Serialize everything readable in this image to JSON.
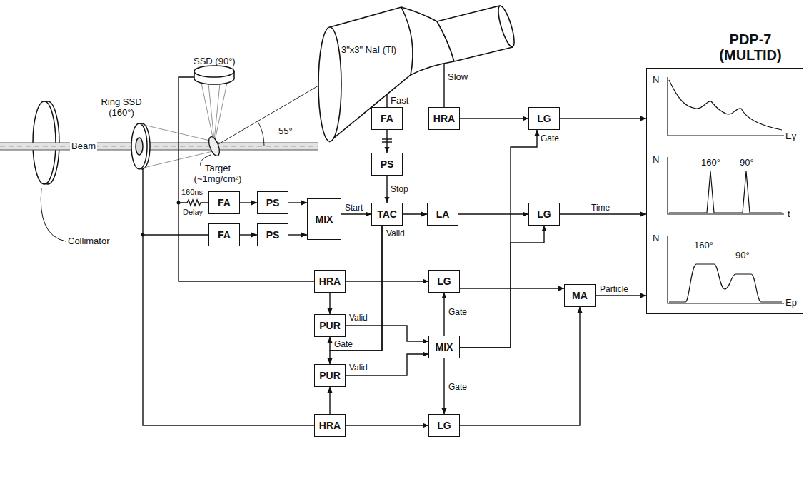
{
  "diagram": {
    "nodes": [
      {
        "text": [
          "PDP-7 (MULTID)"
        ]
      },
      {
        "text": [
          "FA"
        ]
      },
      {
        "text": [
          "HRA"
        ]
      },
      {
        "text": [
          "LG"
        ]
      },
      {
        "text": [
          "PS"
        ]
      },
      {
        "text": [
          "FA"
        ]
      },
      {
        "text": [
          "PS"
        ]
      },
      {
        "text": [
          "MIX"
        ]
      },
      {
        "text": [
          "TAC"
        ]
      },
      {
        "text": [
          "LA"
        ]
      },
      {
        "text": [
          "LG"
        ]
      },
      {
        "text": [
          "FA"
        ]
      },
      {
        "text": [
          "PS"
        ]
      },
      {
        "text": [
          "HRA"
        ]
      },
      {
        "text": [
          "LG"
        ]
      },
      {
        "text": [
          "MA"
        ]
      },
      {
        "text": [
          "PUR"
        ]
      },
      {
        "text": [
          "MIX"
        ]
      },
      {
        "text": [
          "PUR"
        ]
      },
      {
        "text": [
          "HRA"
        ]
      },
      {
        "text": [
          "LG"
        ]
      }
    ],
    "edges": [
      {
        "from": 1,
        "to": 4,
        "arrow": "to"
      },
      {
        "from": 4,
        "to": 8,
        "label": "Stop",
        "arrow": "to"
      },
      {
        "from": 2,
        "to": 3,
        "arrow": "to"
      },
      {
        "from": 3,
        "to": 0,
        "arrow": "to"
      },
      {
        "from": 5,
        "to": 6,
        "arrow": "to"
      },
      {
        "from": 6,
        "to": 7,
        "arrow": "to"
      },
      {
        "from": 11,
        "to": 12,
        "arrow": "to"
      },
      {
        "from": 12,
        "to": 7,
        "arrow": "to"
      },
      {
        "from": 7,
        "to": 8,
        "label": "Start",
        "arrow": "to"
      },
      {
        "from": 8,
        "to": 9,
        "arrow": "to"
      },
      {
        "from": 9,
        "to": 10,
        "arrow": "to"
      },
      {
        "from": 10,
        "to": 0,
        "label": "Time",
        "arrow": "to"
      },
      {
        "from": 8,
        "to": 16,
        "label": "Valid",
        "arrow": "to"
      },
      {
        "from": 8,
        "to": 18,
        "label": "Gate",
        "arrow": "to"
      },
      {
        "from": 13,
        "to": 14,
        "arrow": "to"
      },
      {
        "from": 13,
        "to": 16,
        "arrow": "to"
      },
      {
        "from": 19,
        "to": 20,
        "arrow": "to"
      },
      {
        "from": 19,
        "to": 18,
        "arrow": "to"
      },
      {
        "from": 16,
        "to": 17,
        "label": "Valid",
        "arrow": "to"
      },
      {
        "from": 18,
        "to": 17,
        "label": "Valid",
        "arrow": "to"
      },
      {
        "from": 17,
        "to": 14,
        "label": "Gate",
        "arrow": "to"
      },
      {
        "from": 17,
        "to": 20,
        "label": "Gate",
        "arrow": "to"
      },
      {
        "from": 17,
        "to": 3,
        "label": "Gate",
        "arrow": "to"
      },
      {
        "from": 17,
        "to": 10,
        "arrow": "to"
      },
      {
        "from": 14,
        "to": 15,
        "arrow": "to"
      },
      {
        "from": 20,
        "to": 15,
        "arrow": "to"
      },
      {
        "from": 15,
        "to": 0,
        "label": "Particle",
        "arrow": "to"
      }
    ],
    "labels": [
      "Collimator",
      "Beam",
      "Ring SSD (160°)",
      "SSD (90°)",
      "Target (~1mg/cm²)",
      "3\"x3\" NaI (Tl)",
      "55°",
      "Fast",
      "Slow",
      "160ns",
      "Delay",
      "N",
      "Eγ",
      "N",
      "160°",
      "90°",
      "t",
      "N",
      "160°",
      "90°",
      "Ep"
    ]
  }
}
